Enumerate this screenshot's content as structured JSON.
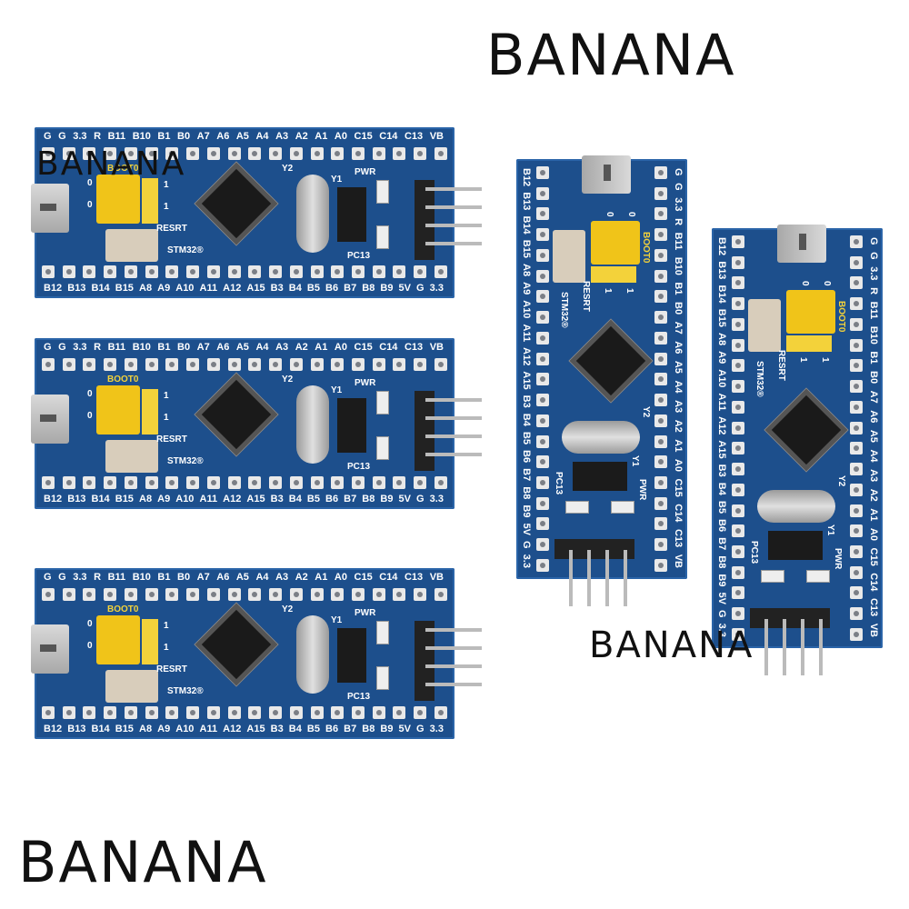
{
  "watermarks": [
    "BANANA",
    "BANANA",
    "BANANA",
    "BANANA"
  ],
  "board": {
    "top_pins": [
      "G",
      "G",
      "3.3",
      "R",
      "B11",
      "B10",
      "B1",
      "B0",
      "A7",
      "A6",
      "A5",
      "A4",
      "A3",
      "A2",
      "A1",
      "A0",
      "C15",
      "C14",
      "C13",
      "VB"
    ],
    "bottom_pins": [
      "B12",
      "B13",
      "B14",
      "B15",
      "A8",
      "A9",
      "A10",
      "A11",
      "A12",
      "A15",
      "B3",
      "B4",
      "B5",
      "B6",
      "B7",
      "B8",
      "B9",
      "5V",
      "G",
      "3.3"
    ],
    "boot_label": "BOOT0",
    "reset_label": "RESRT",
    "brand_label": "STM32®",
    "pwr_label": "PWR",
    "pc13_label": "PC13",
    "y2_label": "Y2",
    "y1_label": "Y1",
    "jumper_labels": [
      "0",
      "0",
      "1",
      "1"
    ]
  },
  "colors": {
    "pcb": "#1d4f8c",
    "jumper": "#f0c419"
  }
}
